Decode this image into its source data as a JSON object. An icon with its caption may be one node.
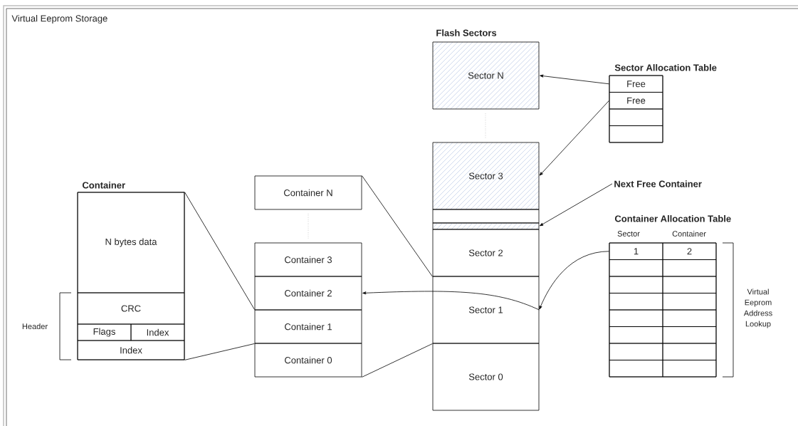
{
  "diagram": {
    "title": "Virtual Eeprom Storage",
    "nodes": [
      {
        "text": [
          "Container"
        ]
      },
      {
        "text": [
          "N bytes data"
        ],
        "in": 0
      },
      {
        "text": [
          "CRC"
        ],
        "in": 0
      },
      {
        "text": [
          "Flags"
        ],
        "in": 0
      },
      {
        "text": [
          "Index"
        ],
        "in": 0
      },
      {
        "text": [
          "Index"
        ],
        "in": 0
      },
      {
        "text": [
          "Container N"
        ]
      },
      {
        "text": [
          "Container 3"
        ]
      },
      {
        "text": [
          "Container 2"
        ]
      },
      {
        "text": [
          "Container 1"
        ]
      },
      {
        "text": [
          "Container 0"
        ]
      },
      {
        "text": [
          "Sector N"
        ]
      },
      {
        "text": [
          "Sector 3"
        ]
      },
      {
        "text": [],
        "shape": "box"
      },
      {
        "text": [],
        "shape": "box"
      },
      {
        "text": [
          "Sector 2"
        ]
      },
      {
        "text": [
          "Sector 1"
        ]
      },
      {
        "text": [
          "Sector 0"
        ]
      },
      {
        "text": [
          "Sector Allocation Table"
        ]
      },
      {
        "text": [
          "Free"
        ],
        "in": 18
      },
      {
        "text": [
          "Free"
        ],
        "in": 18
      },
      {
        "text": [],
        "shape": "box",
        "in": 18
      },
      {
        "text": [],
        "shape": "box",
        "in": 18
      },
      {
        "text": [
          "Next Free Container"
        ]
      },
      {
        "text": [
          "Container Allocation Table"
        ]
      },
      {
        "text": [
          "1"
        ],
        "in": 24
      },
      {
        "text": [
          "2"
        ],
        "in": 24
      },
      {
        "text": [],
        "shape": "box",
        "in": 24
      },
      {
        "text": [],
        "shape": "box",
        "in": 24
      },
      {
        "text": [],
        "shape": "box",
        "in": 24
      },
      {
        "text": [],
        "shape": "box",
        "in": 24
      },
      {
        "text": [],
        "shape": "box",
        "in": 24
      },
      {
        "text": [],
        "shape": "box",
        "in": 24
      },
      {
        "text": [],
        "shape": "box",
        "in": 24
      },
      {
        "text": [],
        "shape": "box",
        "in": 24
      },
      {
        "text": [],
        "shape": "box",
        "in": 24
      },
      {
        "text": [],
        "shape": "box",
        "in": 24
      },
      {
        "text": [],
        "shape": "box",
        "in": 24
      },
      {
        "text": [],
        "shape": "box",
        "in": 24
      },
      {
        "text": [],
        "shape": "box",
        "in": 24
      },
      {
        "text": [],
        "shape": "box",
        "in": 24
      }
    ],
    "edges": [
      {
        "from": 19,
        "to": 11,
        "arrow": "to"
      },
      {
        "from": 20,
        "to": 12,
        "arrow": "to"
      },
      {
        "from": 23,
        "to": 14,
        "arrow": "to"
      },
      {
        "from": 25,
        "to": 16,
        "arrow": "to"
      },
      {
        "from": 16,
        "to": 8,
        "arrow": "to"
      },
      {
        "from": 0,
        "to": 9,
        "arrow": "none"
      },
      {
        "from": 0,
        "to": 9,
        "arrow": "none"
      },
      {
        "from": 6,
        "to": 15,
        "arrow": "none"
      },
      {
        "from": 10,
        "to": 16,
        "arrow": "none"
      }
    ],
    "labels": [
      "Flash Sectors",
      "Header",
      "Sector",
      "Container",
      "Virtual Eeprom Address Lookup"
    ]
  }
}
